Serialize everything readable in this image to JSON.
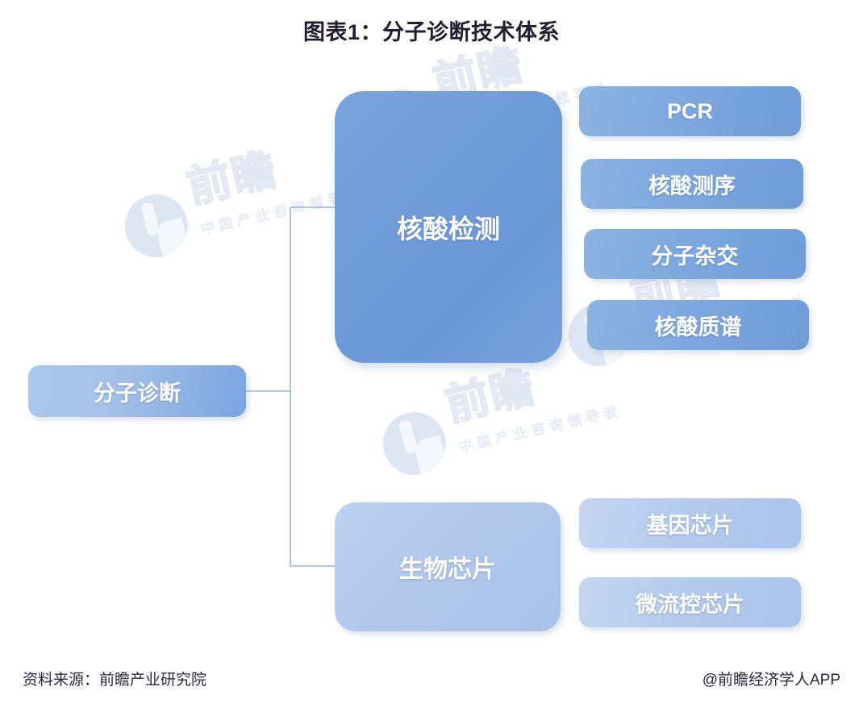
{
  "title": "图表1：分子诊断技术体系",
  "footer": {
    "source": "资料来源：前瞻产业研究院",
    "brand": "@前瞻经济学人APP"
  },
  "watermark": {
    "text": "前瞻",
    "subtext": "中国产业咨询领导者"
  },
  "diagram": {
    "type": "tree",
    "root": {
      "label": "分子诊断"
    },
    "branches": [
      {
        "label": "核酸检测",
        "leaves": [
          {
            "label": "PCR"
          },
          {
            "label": "核酸测序"
          },
          {
            "label": "分子杂交"
          },
          {
            "label": "核酸质谱"
          }
        ]
      },
      {
        "label": "生物芯片",
        "leaves": [
          {
            "label": "基因芯片"
          },
          {
            "label": "微流控芯片"
          }
        ]
      }
    ]
  },
  "colors": {
    "background": "#ffffff",
    "title_text": "#231f30",
    "node_dark": "#6f9bd8",
    "node_mid": "#7da8df",
    "node_light": "#b2c8ec",
    "root_gradient_start": "#abc6ea",
    "root_gradient_end": "#7ba5e0",
    "connector_line": "#9ab4d8",
    "watermark": "#e2e9f4"
  }
}
